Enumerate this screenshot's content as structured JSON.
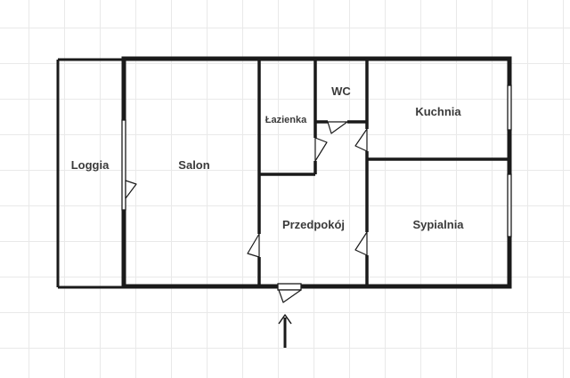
{
  "floor_plan": {
    "rooms": {
      "loggia": "Loggia",
      "salon": "Salon",
      "lazienka": "Łazienka",
      "wc": "WC",
      "kuchnia": "Kuchnia",
      "przedpokoj": "Przedpokój",
      "sypialnia": "Sypialnia"
    },
    "colors": {
      "wall": "#1a1a1a",
      "label": "#3a3a3a",
      "grid": "#e9e9e9"
    },
    "entrance_icon": "entrance-arrow-icon"
  }
}
